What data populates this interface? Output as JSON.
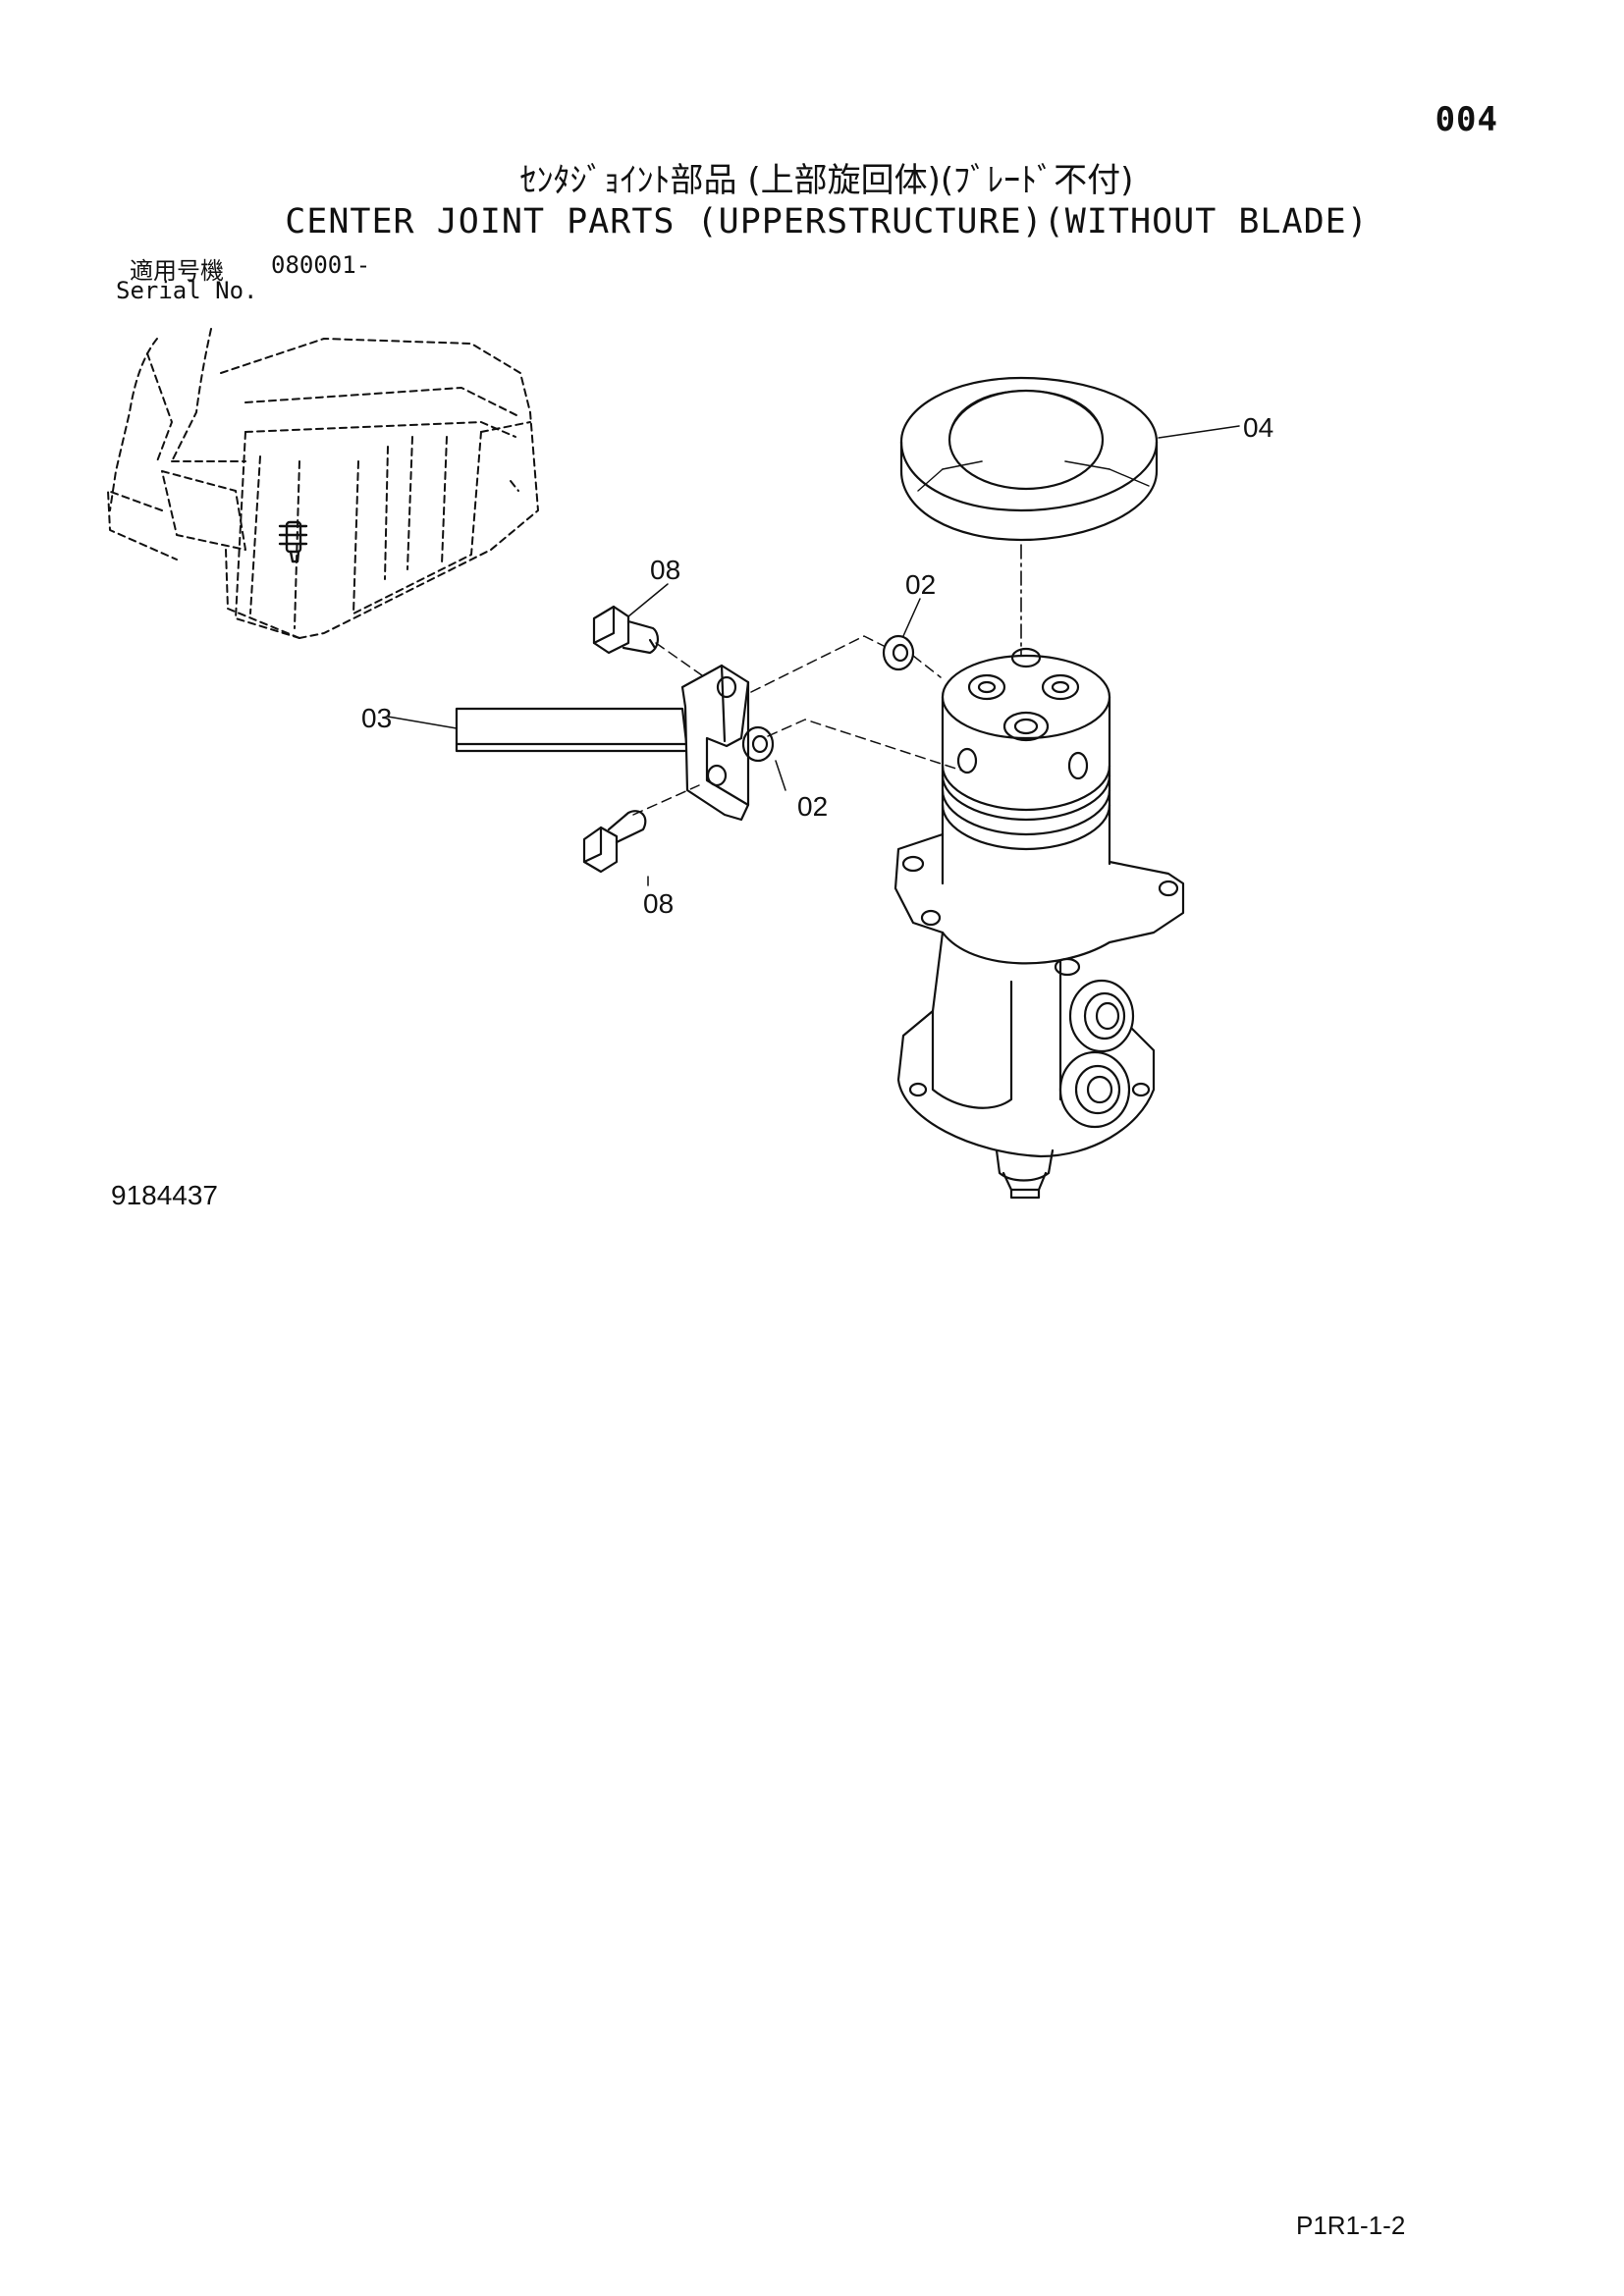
{
  "header": {
    "page_number": "004",
    "title_jp": "ｾﾝﾀｼﾞｮｲﾝﾄ部品 (上部旋回体)(ﾌﾞﾚｰﾄﾞ不付)",
    "title_en": "CENTER JOINT PARTS (UPPERSTRUCTURE)(WITHOUT BLADE)",
    "serial_label_jp": "適用号機",
    "serial_number": "080001-",
    "serial_label_en": "Serial No."
  },
  "callouts": {
    "c04": "04",
    "c08_top": "08",
    "c02_top": "02",
    "c03": "03",
    "c02_bottom": "02",
    "c08_bottom": "08"
  },
  "footer": {
    "drawing_number": "9184437",
    "page_ref": "P1R1-1-2"
  }
}
